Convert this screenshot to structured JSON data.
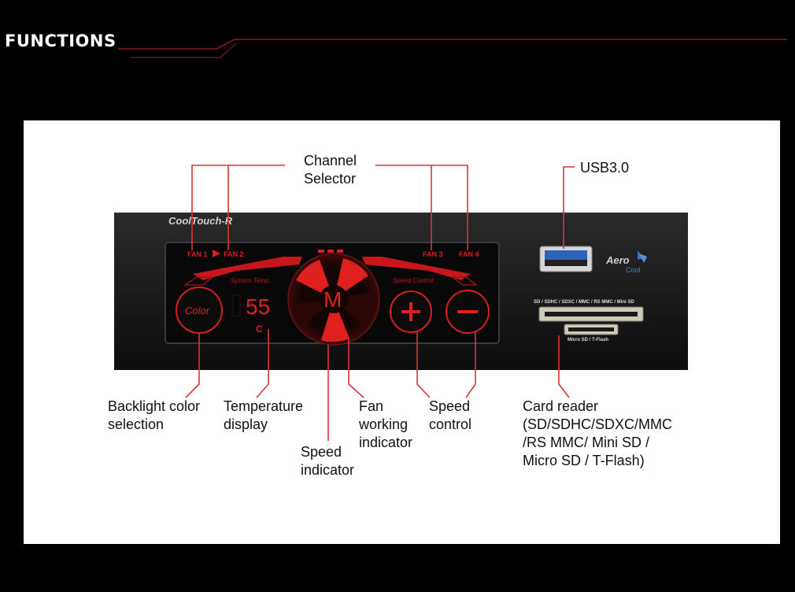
{
  "header": {
    "title": "FUNCTIONS"
  },
  "device": {
    "brand_model": "CoolTouch-R",
    "fan1_label": "FAN 1",
    "fan2_label": "FAN 2",
    "fan3_label": "FAN 3",
    "fan4_label": "FAN 4",
    "system_temp_label": "System Temp.",
    "speed_control_label": "Speed Control",
    "color_button_label": "Color",
    "temperature_value": "55",
    "temperature_unit": "C",
    "center_button_label": "M",
    "logo_top": "Aero",
    "logo_bottom": "Cool",
    "card_slot_label": "SD / SDHC / SDXC / MMC / RS MMC / Mini SD",
    "micro_slot_label": "Micro SD / T-Flash"
  },
  "callouts": {
    "channel_selector": "Channel\nSelector",
    "usb": "USB3.0",
    "backlight": "Backlight color\nselection",
    "temperature": "Temperature\ndisplay",
    "speed_indicator": "Speed\nindicator",
    "fan_working": "Fan\nworking\nindicator",
    "speed_control": "Speed\ncontrol",
    "card_reader": "Card reader\n(SD/SDHC/SDXC/MMC\n/RS MMC/ Mini SD /\nMicro SD / T-Flash)"
  },
  "colors": {
    "accent": "#d81e1e",
    "lcd_red": "#e0201f",
    "callout_line": "#d33",
    "panel_bg": "#ffffff",
    "device_body": "#141414"
  }
}
